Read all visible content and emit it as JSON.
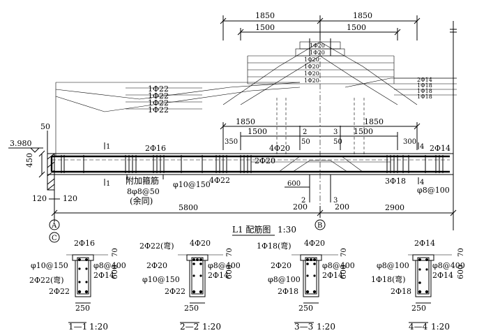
{
  "drawing": {
    "title": "L1 配筋图",
    "title_scale": "1:30",
    "axes": {
      "A": "A",
      "B": "B",
      "C": "C"
    },
    "elevation": "3.980",
    "spans": {
      "left": "5800",
      "right": "2900",
      "d120a": "120",
      "d120b": "120",
      "d200a": "200",
      "d200b": "200",
      "h450": "450",
      "d50a": "50",
      "d50b": "50",
      "d50c": "50"
    },
    "dims_top": {
      "d1850_l": "1850",
      "d1850_r": "1850",
      "d1500_l": "1500",
      "d1500_r": "1500"
    },
    "dims_mid": {
      "d1850_l": "1850",
      "d1850_r": "1850",
      "d1500_l": "1500",
      "d1500_r": "1500",
      "d350": "350",
      "d300": "300",
      "d600": "600"
    },
    "bars_stack_center": [
      "1Φ20",
      "1Φ20",
      "1Φ20",
      "1Φ20",
      "1Φ20",
      "1Φ20"
    ],
    "bars_stack_left": [
      "1Φ22",
      "1Φ22",
      "1Φ22",
      "1Φ22"
    ],
    "bars_stack_right": [
      "2Φ14",
      "1Φ18",
      "1Φ18",
      "1Φ18"
    ],
    "beam_labels": {
      "top_left": "2Φ16",
      "top_center": "4Φ20",
      "top_right": "2Φ14",
      "mid_center": "2Φ20",
      "bot_left": "4Φ22",
      "bot_right": "3Φ18",
      "stirrup_left": "φ10@150",
      "stirrup_right": "φ8@100",
      "extra_stirrup_1": "附加箍筋",
      "extra_stirrup_2": "8φ8@50",
      "extra_stirrup_3": "(余同)",
      "sec1": "1",
      "sec2": "2",
      "sec3": "3",
      "sec4": "4"
    }
  },
  "sections": [
    {
      "id": "1—1",
      "scale": "1:20",
      "top": "2Φ16",
      "left_a": "φ10@150",
      "left_b": "2Φ22(弯)",
      "bottom": "2Φ22",
      "right_a": "φ8@400",
      "right_b": "2Φ14",
      "h": "600",
      "d70": "70",
      "w": "250"
    },
    {
      "id": "2—2",
      "scale": "1:20",
      "top_l": "2Φ22(弯)",
      "top_r": "4Φ20",
      "left_a": "2Φ20",
      "left_b": "φ10@150",
      "bottom": "2Φ22",
      "right_a": "φ8@400",
      "right_b": "2Φ14",
      "h": "600",
      "d70": "70",
      "w": "250"
    },
    {
      "id": "3—3",
      "scale": "1:20",
      "top_l": "1Φ18(弯)",
      "top_r": "4Φ20",
      "left_a": "2Φ20",
      "left_b": "φ8@100",
      "bottom": "2Φ18",
      "right_a": "φ8@400",
      "right_b": "2Φ14",
      "h": "600",
      "d70": "70",
      "w": "250"
    },
    {
      "id": "4—4",
      "scale": "1:20",
      "top": "2Φ14",
      "left_a": "φ8@100",
      "left_b": "1Φ18(弯)",
      "bottom": "2Φ18",
      "right_a": "φ8@400",
      "right_b": "2Φ14",
      "h": "600",
      "d70": "70",
      "w": "250"
    }
  ]
}
